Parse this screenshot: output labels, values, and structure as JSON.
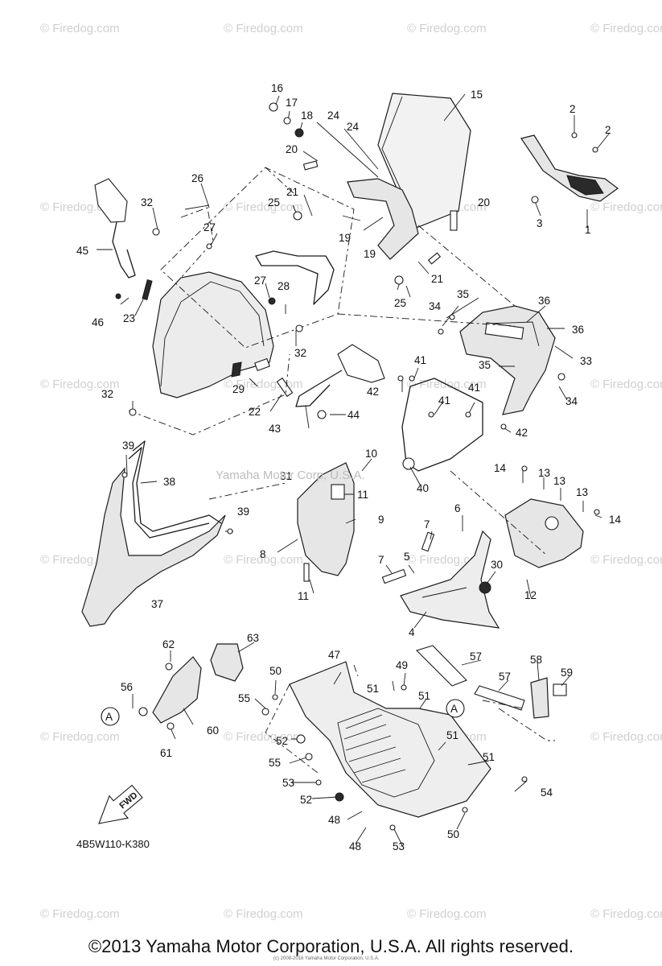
{
  "watermark": "© Firedog.com",
  "center_watermark": "Yamaha Motor Corp, U.S.A.",
  "diagram_code": "4B5W110-K380",
  "copyright": "©2013 Yamaha Motor Corporation, U.S.A. All rights reserved.",
  "tiny_credit": "(c) 2008-2016 Yamaha Motor Corporation, U.S.A.",
  "fwd_label": "FWD",
  "ref_marker": "A",
  "part_numbers": [
    {
      "id": "p1",
      "text": "1"
    },
    {
      "id": "p2a",
      "text": "2"
    },
    {
      "id": "p2b",
      "text": "2"
    },
    {
      "id": "p3",
      "text": "3"
    },
    {
      "id": "p4",
      "text": "4"
    },
    {
      "id": "p5",
      "text": "5"
    },
    {
      "id": "p6",
      "text": "6"
    },
    {
      "id": "p7a",
      "text": "7"
    },
    {
      "id": "p7b",
      "text": "7"
    },
    {
      "id": "p8",
      "text": "8"
    },
    {
      "id": "p9",
      "text": "9"
    },
    {
      "id": "p10",
      "text": "10"
    },
    {
      "id": "p11a",
      "text": "11"
    },
    {
      "id": "p11b",
      "text": "11"
    },
    {
      "id": "p12",
      "text": "12"
    },
    {
      "id": "p13a",
      "text": "13"
    },
    {
      "id": "p13b",
      "text": "13"
    },
    {
      "id": "p13c",
      "text": "13"
    },
    {
      "id": "p14a",
      "text": "14"
    },
    {
      "id": "p14b",
      "text": "14"
    },
    {
      "id": "p15",
      "text": "15"
    },
    {
      "id": "p16",
      "text": "16"
    },
    {
      "id": "p17",
      "text": "17"
    },
    {
      "id": "p18",
      "text": "18"
    },
    {
      "id": "p19a",
      "text": "19"
    },
    {
      "id": "p19b",
      "text": "19"
    },
    {
      "id": "p20a",
      "text": "20"
    },
    {
      "id": "p20b",
      "text": "20"
    },
    {
      "id": "p21a",
      "text": "21"
    },
    {
      "id": "p21b",
      "text": "21"
    },
    {
      "id": "p22",
      "text": "22"
    },
    {
      "id": "p23",
      "text": "23"
    },
    {
      "id": "p24a",
      "text": "24"
    },
    {
      "id": "p24b",
      "text": "24"
    },
    {
      "id": "p25a",
      "text": "25"
    },
    {
      "id": "p25b",
      "text": "25"
    },
    {
      "id": "p26",
      "text": "26"
    },
    {
      "id": "p27a",
      "text": "27"
    },
    {
      "id": "p27b",
      "text": "27"
    },
    {
      "id": "p28",
      "text": "28"
    },
    {
      "id": "p29",
      "text": "29"
    },
    {
      "id": "p30",
      "text": "30"
    },
    {
      "id": "p31",
      "text": "31"
    },
    {
      "id": "p32a",
      "text": "32"
    },
    {
      "id": "p32b",
      "text": "32"
    },
    {
      "id": "p32c",
      "text": "32"
    },
    {
      "id": "p33",
      "text": "33"
    },
    {
      "id": "p34a",
      "text": "34"
    },
    {
      "id": "p34b",
      "text": "34"
    },
    {
      "id": "p35a",
      "text": "35"
    },
    {
      "id": "p35b",
      "text": "35"
    },
    {
      "id": "p36a",
      "text": "36"
    },
    {
      "id": "p36b",
      "text": "36"
    },
    {
      "id": "p37",
      "text": "37"
    },
    {
      "id": "p38",
      "text": "38"
    },
    {
      "id": "p39a",
      "text": "39"
    },
    {
      "id": "p39b",
      "text": "39"
    },
    {
      "id": "p40",
      "text": "40"
    },
    {
      "id": "p41a",
      "text": "41"
    },
    {
      "id": "p41b",
      "text": "41"
    },
    {
      "id": "p41c",
      "text": "41"
    },
    {
      "id": "p42a",
      "text": "42"
    },
    {
      "id": "p42b",
      "text": "42"
    },
    {
      "id": "p43",
      "text": "43"
    },
    {
      "id": "p44",
      "text": "44"
    },
    {
      "id": "p45",
      "text": "45"
    },
    {
      "id": "p46",
      "text": "46"
    },
    {
      "id": "p47",
      "text": "47"
    },
    {
      "id": "p48a",
      "text": "48"
    },
    {
      "id": "p48b",
      "text": "48"
    },
    {
      "id": "p49",
      "text": "49"
    },
    {
      "id": "p50a",
      "text": "50"
    },
    {
      "id": "p50b",
      "text": "50"
    },
    {
      "id": "p51a",
      "text": "51"
    },
    {
      "id": "p51b",
      "text": "51"
    },
    {
      "id": "p51c",
      "text": "51"
    },
    {
      "id": "p51d",
      "text": "51"
    },
    {
      "id": "p52a",
      "text": "52"
    },
    {
      "id": "p52b",
      "text": "52"
    },
    {
      "id": "p53a",
      "text": "53"
    },
    {
      "id": "p53b",
      "text": "53"
    },
    {
      "id": "p54",
      "text": "54"
    },
    {
      "id": "p55a",
      "text": "55"
    },
    {
      "id": "p55b",
      "text": "55"
    },
    {
      "id": "p56",
      "text": "56"
    },
    {
      "id": "p57a",
      "text": "57"
    },
    {
      "id": "p57b",
      "text": "57"
    },
    {
      "id": "p58",
      "text": "58"
    },
    {
      "id": "p59",
      "text": "59"
    },
    {
      "id": "p60",
      "text": "60"
    },
    {
      "id": "p61",
      "text": "61"
    },
    {
      "id": "p62",
      "text": "62"
    },
    {
      "id": "p63",
      "text": "63"
    }
  ]
}
